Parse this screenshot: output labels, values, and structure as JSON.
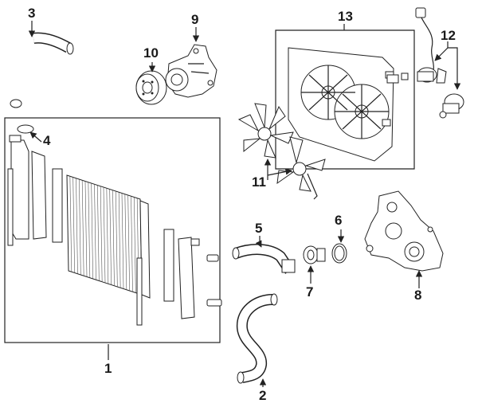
{
  "callouts": {
    "c1": "1",
    "c2": "2",
    "c3": "3",
    "c4": "4",
    "c5": "5",
    "c6": "6",
    "c7": "7",
    "c8": "8",
    "c9": "9",
    "c10": "10",
    "c11": "11",
    "c12": "12",
    "c13": "13"
  },
  "colors": {
    "line": "#222222",
    "background": "#ffffff"
  }
}
